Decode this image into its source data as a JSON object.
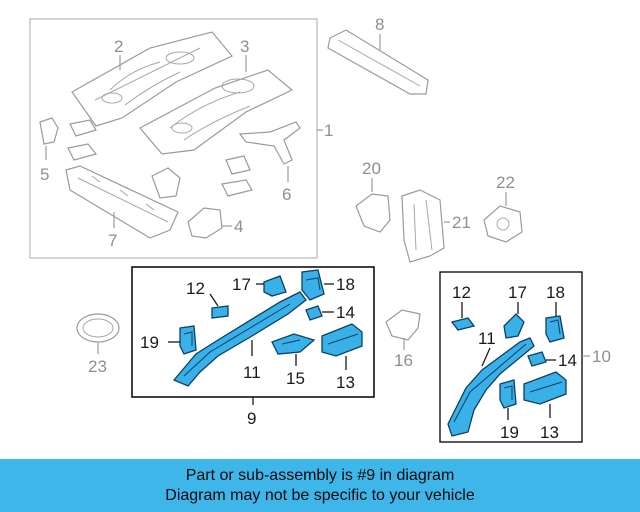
{
  "callouts": {
    "c1": "1",
    "c2": "2",
    "c3": "3",
    "c4": "4",
    "c5": "5",
    "c6": "6",
    "c7": "7",
    "c8": "8",
    "c9": "9",
    "c10": "10",
    "c11a": "11",
    "c11b": "11",
    "c12a": "12",
    "c12b": "12",
    "c13a": "13",
    "c13b": "13",
    "c14a": "14",
    "c14b": "14",
    "c15": "15",
    "c16": "16",
    "c17a": "17",
    "c17b": "17",
    "c18a": "18",
    "c18b": "18",
    "c19a": "19",
    "c19b": "19",
    "c20": "20",
    "c21": "21",
    "c22": "22",
    "c23": "23"
  },
  "banner": {
    "line1": "Part or sub-assembly is #9 in diagram",
    "line2": "Diagram may not be specific to your vehicle"
  },
  "colors": {
    "highlight_fill": "#3ab0e8",
    "highlight_outline": "#0b3f66",
    "banner_bg": "#3fb6ea",
    "inactive_parts": "#9a9a9a"
  }
}
